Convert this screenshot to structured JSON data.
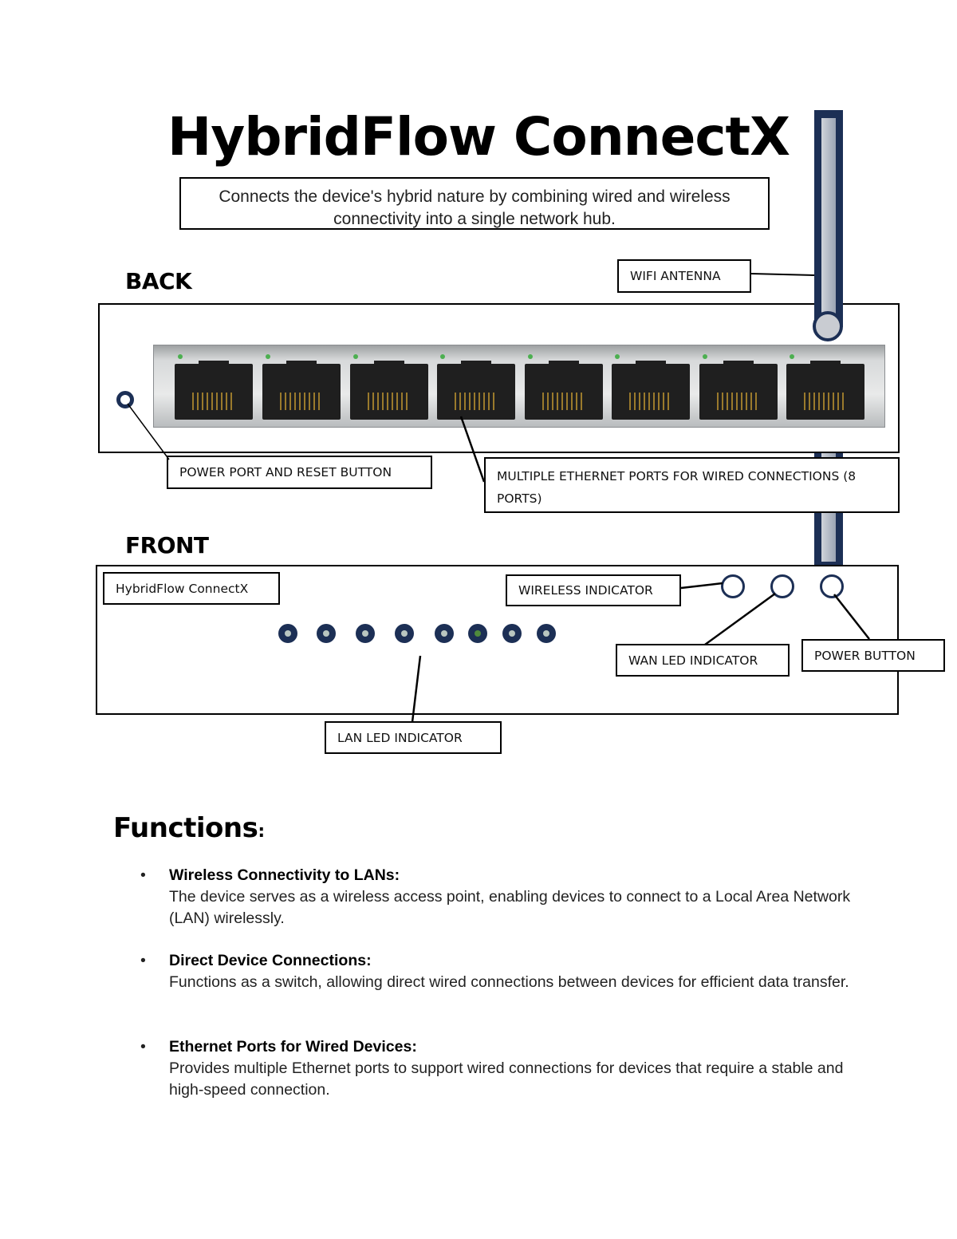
{
  "title": "HybridFlow ConnectX",
  "subtitle": "Connects the device's hybrid nature by combining wired and wireless connectivity into a single network hub.",
  "sections": {
    "back": "BACK",
    "front": "FRONT"
  },
  "back_panel": {
    "port_count": 8,
    "labels": {
      "wifi_antenna": "WIFI ANTENNA",
      "power_port": "POWER PORT AND RESET BUTTON",
      "ethernet_ports": "MULTIPLE ETHERNET PORTS FOR WIRED CONNECTIONS (8 PORTS)"
    }
  },
  "front_panel": {
    "brand_label": "HybridFlow ConnectX",
    "lan_led_count": 8,
    "labels": {
      "wireless_indicator": "WIRELESS INDICATOR",
      "wan_led_indicator": "WAN LED INDICATOR",
      "power_button": "POWER BUTTON",
      "lan_led_indicator": "LAN LED INDICATOR"
    }
  },
  "colors": {
    "antenna_navy": "#1c2f55",
    "led_on": "#4f8a3c",
    "port_led": "#4caf50"
  },
  "functions": {
    "heading": "Functions",
    "heading_suffix": ":",
    "items": [
      {
        "title": "Wireless Connectivity to LANs:",
        "text": "The device serves as a wireless access point, enabling devices to connect to a Local Area Network (LAN) wirelessly."
      },
      {
        "title": "Direct Device Connections:",
        "text": "Functions as a switch, allowing direct wired connections between devices for efficient data transfer."
      },
      {
        "title": "Ethernet Ports for Wired Devices:",
        "text": "Provides multiple Ethernet ports to support wired connections for devices that require a stable and high-speed connection."
      }
    ]
  }
}
